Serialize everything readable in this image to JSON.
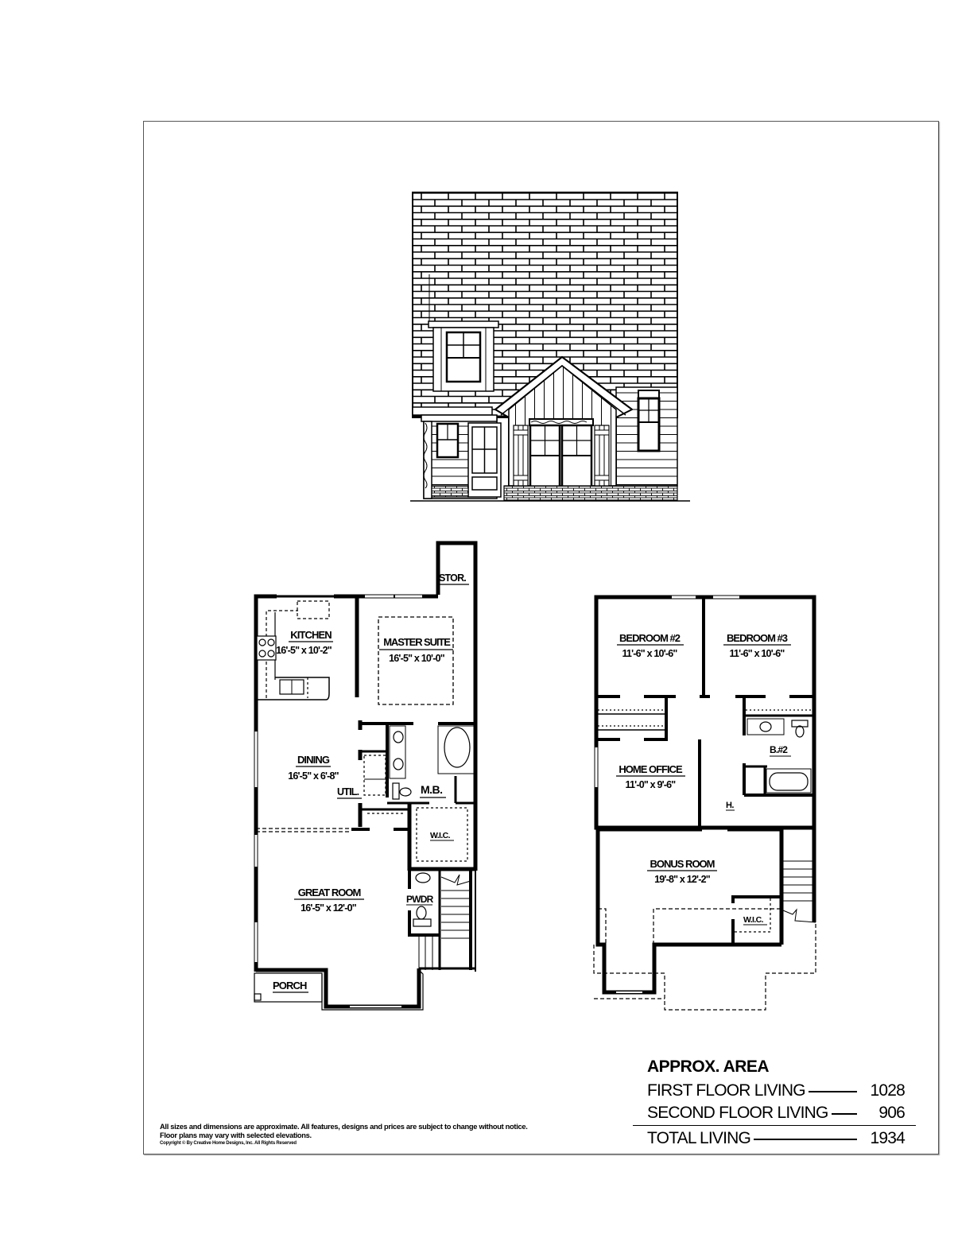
{
  "elevation": {
    "name": "front-elevation",
    "roof_pattern": "shingle"
  },
  "first_floor": {
    "rooms": [
      {
        "id": "kitchen",
        "name": "KITCHEN",
        "size": "16'-5\" x 10'-2\""
      },
      {
        "id": "master-suite",
        "name": "MASTER SUITE",
        "size": "16'-5\" x 10'-0\""
      },
      {
        "id": "dining",
        "name": "DINING",
        "size": "16'-5\" x 6'-8\""
      },
      {
        "id": "great-room",
        "name": "GREAT ROOM",
        "size": "16'-5\" x 12'-0\""
      }
    ],
    "labels": {
      "stor": "STOR.",
      "util": "UTIL.",
      "mb": "M.B.",
      "wic": "W.I.C.",
      "pwdr": "PWDR",
      "porch": "PORCH"
    }
  },
  "second_floor": {
    "rooms": [
      {
        "id": "bedroom-2",
        "name": "BEDROOM #2",
        "size": "11'-6\" x 10'-6\""
      },
      {
        "id": "bedroom-3",
        "name": "BEDROOM #3",
        "size": "11'-6\" x 10'-6\""
      },
      {
        "id": "home-office",
        "name": "HOME OFFICE",
        "size": "11'-0\" x 9'-6\""
      },
      {
        "id": "bonus-room",
        "name": "BONUS ROOM",
        "size": "19'-8\" x 12'-2\""
      }
    ],
    "labels": {
      "bath2": "B.#2",
      "hall": "H.",
      "wic": "W.I.C."
    }
  },
  "area": {
    "title": "APPROX. AREA",
    "rows": [
      {
        "label": "FIRST FLOOR LIVING",
        "value": "1028"
      },
      {
        "label": "SECOND FLOOR LIVING",
        "value": "906"
      }
    ],
    "total": {
      "label": "TOTAL LIVING",
      "value": "1934"
    }
  },
  "disclaimer": {
    "line1": "All sizes and dimensions are approximate. All features, designs and prices are subject to change without notice.",
    "line2": "Floor plans may vary with selected elevations.",
    "copyright": "Copyright © By Creative Home Designs, Inc. All Rights Reserved"
  }
}
